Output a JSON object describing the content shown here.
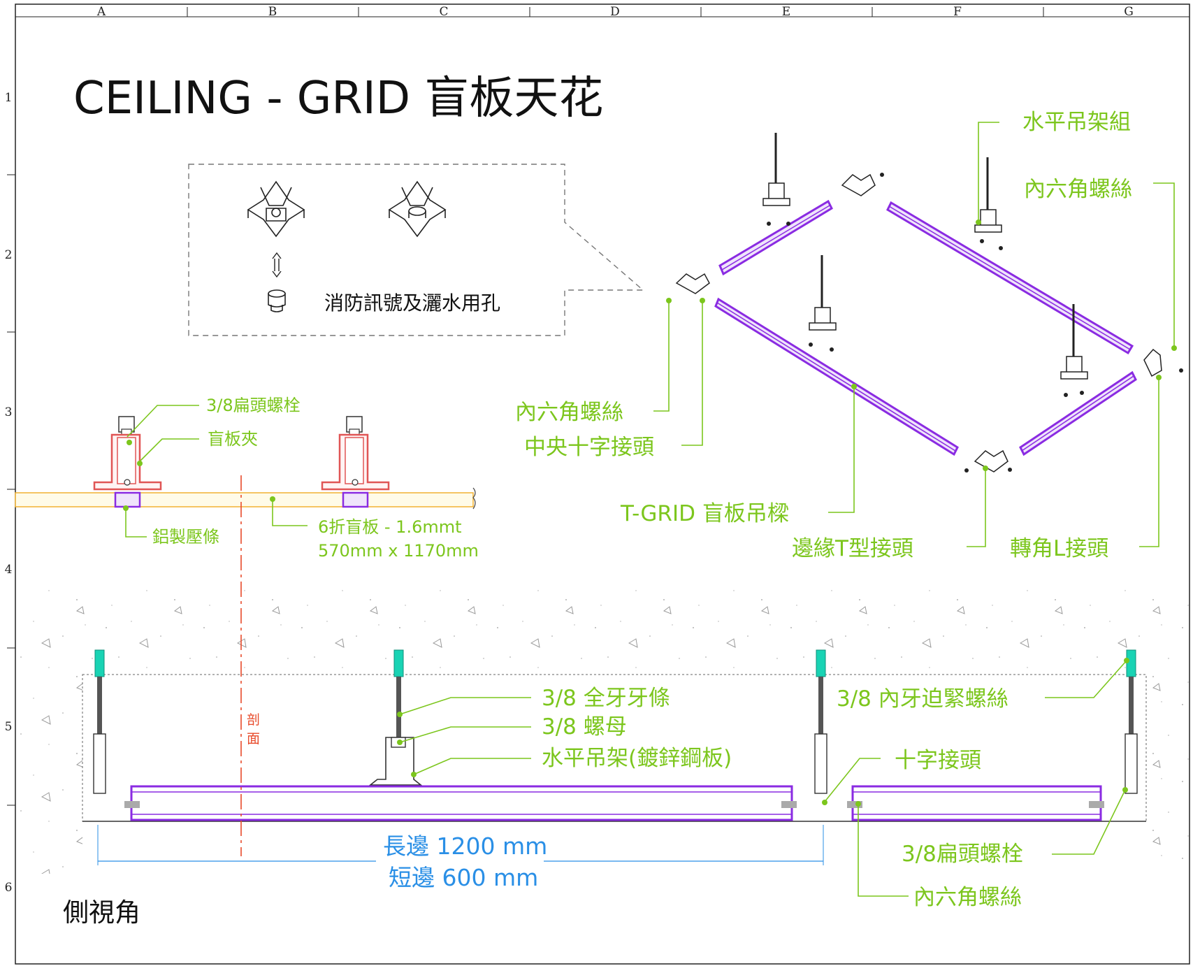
{
  "title": "CEILING - GRID 盲板天花",
  "grid": {
    "columns": [
      "A",
      "B",
      "C",
      "D",
      "E",
      "F",
      "G"
    ],
    "rows": [
      "1",
      "2",
      "3",
      "4",
      "5",
      "6"
    ]
  },
  "inset": {
    "note": "消防訊號及灑水用孔"
  },
  "iso_labels": {
    "horizontal_hanger_set": "水平吊架組",
    "hex_screw_right": "內六角螺絲",
    "hex_screw_left": "內六角螺絲",
    "center_cross_joint": "中央十字接頭",
    "tgrid_beam": "T-GRID 盲板吊樑",
    "edge_t_joint": "邊緣T型接頭",
    "corner_l_joint": "轉角L接頭"
  },
  "section_labels": {
    "flat_head_bolt": "3/8扁頭螺栓",
    "blind_clip": "盲板夾",
    "aluminum_strip": "鋁製壓條",
    "panel_line1": "6折盲板  -  1.6mmt",
    "panel_line2": "570mm x 1170mm"
  },
  "side_labels": {
    "threaded_rod": "3/8 全牙牙條",
    "nut": "3/8 螺母",
    "horizontal_hanger": "水平吊架(鍍鋅鋼板)",
    "coupling_nut": "3/8 內牙迫緊螺絲",
    "cross_joint": "十字接頭",
    "flat_head_bolt": "3/8扁頭螺栓",
    "hex_screw": "內六角螺絲",
    "section_mark_1": "剖",
    "section_mark_2": "面",
    "long_side": "長邊 1200 mm",
    "short_side": "短邊 600 mm",
    "caption": "側視角"
  },
  "colors": {
    "callout": "#7cc61d",
    "rail": "#8a2be2",
    "dimension": "#2a8fe6",
    "section_line": "#e84b2b",
    "rod_cap": "#19d3b4"
  }
}
